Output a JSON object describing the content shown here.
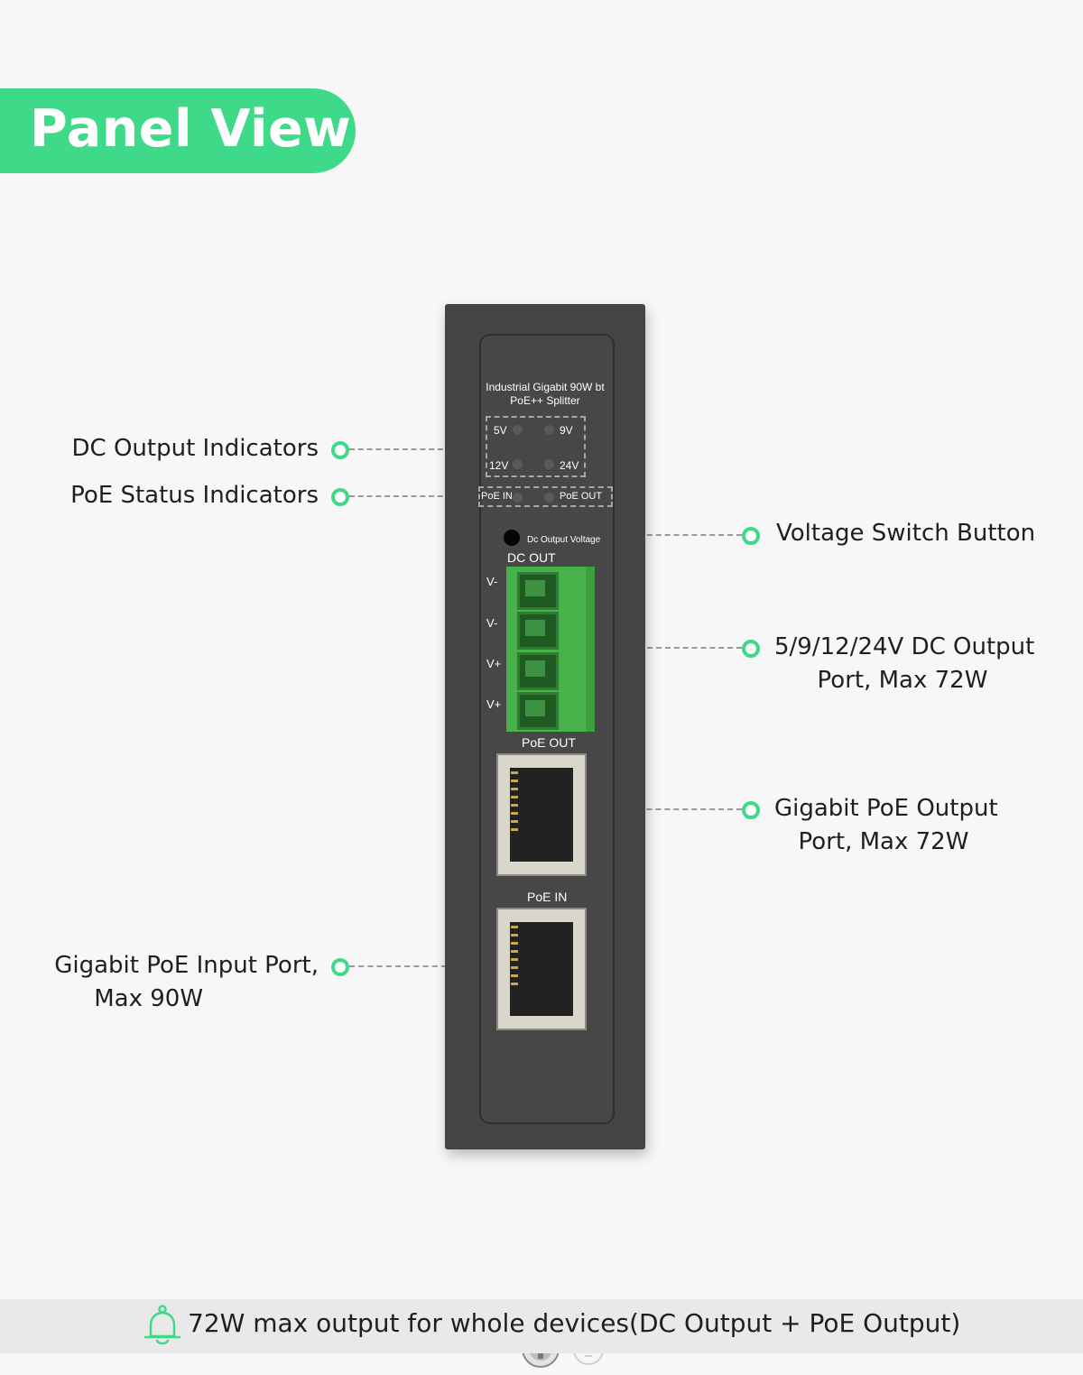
{
  "header": {
    "title": "Panel View"
  },
  "device": {
    "model_line1": "Industrial Gigabit 90W bt",
    "model_line2": "PoE++ Splitter",
    "led_5v": "5V",
    "led_9v": "9V",
    "led_12v": "12V",
    "led_24v": "24V",
    "poe_in_led": "PoE IN",
    "poe_out_led": "PoE OUT",
    "button_label": "Dc Output Voltage",
    "dc_out_label": "DC OUT",
    "terminal_pins": [
      "V-",
      "V-",
      "V+",
      "V+"
    ],
    "poe_out_port_label": "PoE OUT",
    "poe_in_port_label": "PoE IN"
  },
  "callouts": {
    "dc_indicators": "DC Output Indicators",
    "poe_status": "PoE Status Indicators",
    "voltage_switch": "Voltage Switch Button",
    "dc_output_line1": "5/9/12/24V DC Output",
    "dc_output_line2": "Port, Max 72W",
    "poe_output_line1": "Gigabit PoE Output",
    "poe_output_line2": "Port, Max 72W",
    "poe_input_line1": "Gigabit PoE Input Port,",
    "poe_input_line2": "Max 90W"
  },
  "footer": {
    "note": "72W max output for whole devices(DC Output + PoE Output)",
    "icon": "bell-icon"
  },
  "colors": {
    "accent": "#3fd98a",
    "device_body": "#444444",
    "terminal_green": "#47b14a"
  }
}
